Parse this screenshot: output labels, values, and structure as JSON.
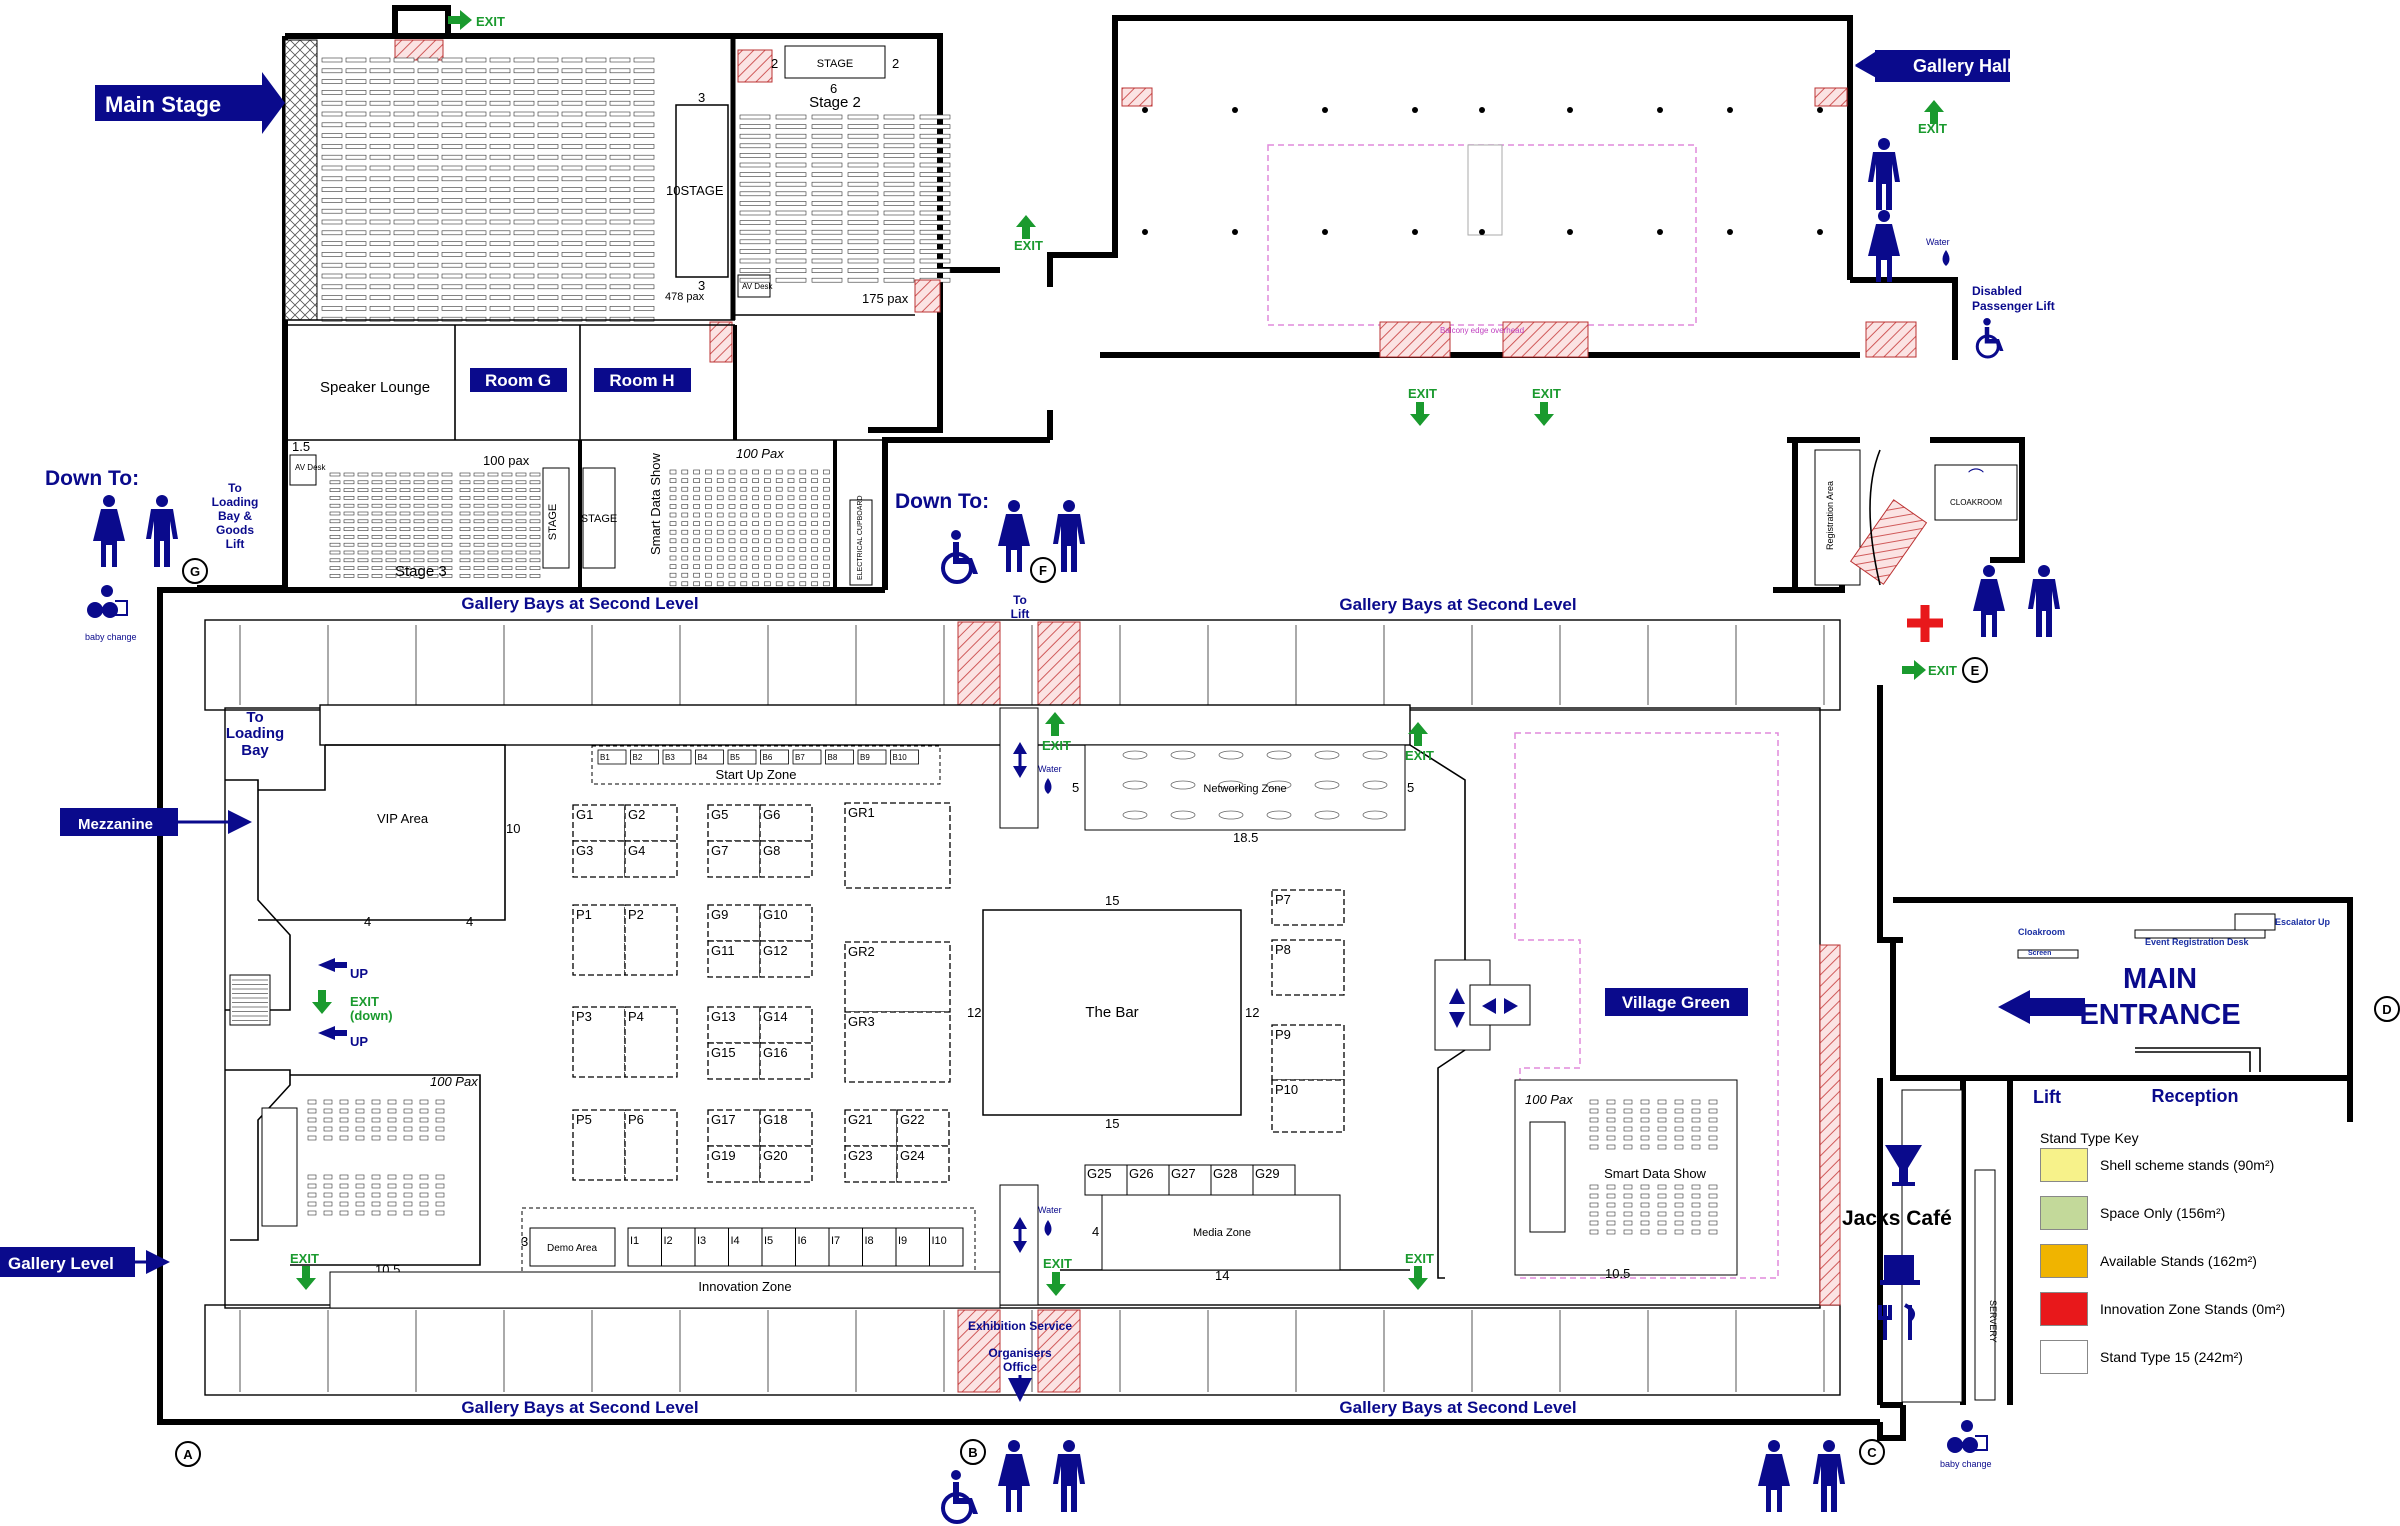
{
  "callouts": {
    "main_stage": "Main Stage",
    "gallery_hall": "Gallery Hall",
    "mezzanine": "Mezzanine",
    "gallery_level": "Gallery Level",
    "village_green": "Village Green",
    "room_g": "Room G",
    "room_h": "Room H",
    "main_entrance_1": "MAIN",
    "main_entrance_2": "ENTRANCE",
    "reception": "Reception",
    "lift": "Lift",
    "jacks_cafe": "Jacks Café"
  },
  "labels": {
    "exit": "EXIT",
    "exit_down": "EXIT",
    "down_paren": "(down)",
    "up": "UP",
    "down_to": "Down To:",
    "to_loading_bay_goods_lift": [
      "To",
      "Loading",
      "Bay &",
      "Goods",
      "Lift"
    ],
    "to_loading_bay": [
      "To",
      "Loading",
      "Bay"
    ],
    "to_lift": [
      "To",
      "Lift"
    ],
    "disabled_lift": [
      "Disabled",
      "Passenger Lift"
    ],
    "baby_change": "baby change",
    "water": "Water",
    "gallery_bays": "Gallery Bays at Second Level",
    "exhibition_service": "Exhibition Service",
    "organisers_office": [
      "Organisers",
      "Office"
    ],
    "balcony_overhead": "Balcony edge overhead",
    "registration_area": "Registration Area",
    "cloakroom": "CLOAKROOM",
    "cloakroom_small": "Cloakroom",
    "screen": "Screen",
    "event_registration_desk": "Event Registration Desk",
    "escalator_up": "Escalator Up",
    "servery": "SERVERY",
    "electrical_cupboard": "ELECTRICAL CUPBOARD",
    "av_desk": "AV Desk"
  },
  "rooms": {
    "stage": "STAGE",
    "stage2": "Stage 2",
    "stage3": "Stage 3",
    "pax_478": "478 pax",
    "pax_175": "175 pax",
    "pax_100": "100 pax",
    "pax_100_cap": "100 Pax",
    "speaker_lounge": "Speaker Lounge",
    "smart_data_show": "Smart Data Show",
    "vip_area": "VIP Area",
    "start_up_zone": "Start Up Zone",
    "networking_zone": "Networking Zone",
    "the_bar": "The Bar",
    "media_zone": "Media Zone",
    "demo_area": "Demo Area",
    "innovation_zone": "Innovation Zone"
  },
  "dims": {
    "d3": "3",
    "d2": "2",
    "d4": "4",
    "d5": "5",
    "d6": "6",
    "d10": "10",
    "d12": "12",
    "d14": "14",
    "d15": "15",
    "d1_5": "1.5",
    "d18_5": "18.5",
    "d10_5": "10.5"
  },
  "stands": {
    "g_top": [
      "G1",
      "G2",
      "G3",
      "G4",
      "G5",
      "G6",
      "G7",
      "G8"
    ],
    "p_left": [
      "P1",
      "P2",
      "P3",
      "P4",
      "P5",
      "P6"
    ],
    "g_mid": [
      "G9",
      "G10",
      "G11",
      "G12",
      "G13",
      "G14",
      "G15",
      "G16",
      "G17",
      "G18",
      "G19",
      "G20"
    ],
    "gr": [
      "GR1",
      "GR2",
      "GR3"
    ],
    "g_right": [
      "G21",
      "G22",
      "G23",
      "G24"
    ],
    "g_row": [
      "G25",
      "G26",
      "G27",
      "G28",
      "G29"
    ],
    "p_right": [
      "P7",
      "P8",
      "P9",
      "P10"
    ],
    "b_row": [
      "B1",
      "B2",
      "B3",
      "B4",
      "B5",
      "B6",
      "B7",
      "B8",
      "B9",
      "B10"
    ],
    "i_row": [
      "I1",
      "I2",
      "I3",
      "I4",
      "I5",
      "I6",
      "I7",
      "I8",
      "I9",
      "I10"
    ]
  },
  "markers": [
    "A",
    "B",
    "C",
    "D",
    "E",
    "F",
    "G"
  ],
  "key": {
    "title": "Stand Type Key",
    "items": [
      {
        "label": "Shell scheme stands (90m²)",
        "color": "#f7f28a"
      },
      {
        "label": "Space Only (156m²)",
        "color": "#c3d99a"
      },
      {
        "label": "Available Stands (162m²)",
        "color": "#f0b400"
      },
      {
        "label": "Innovation Zone Stands (0m²)",
        "color": "#e8181b"
      },
      {
        "label": "Stand Type 15 (242m²)",
        "color": "#ffffff"
      }
    ]
  },
  "colors": {
    "navy": "#0a0a8c",
    "exit_green": "#1a9a2e",
    "first_aid_red": "#e8181b"
  }
}
